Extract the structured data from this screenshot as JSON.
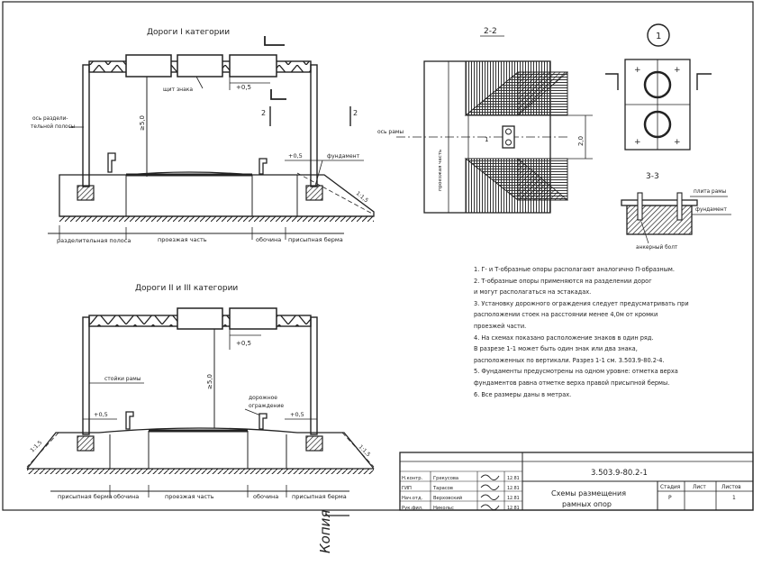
{
  "titles": {
    "cat1": "Дороги I категории",
    "cat23": "Дороги II и III категории",
    "section22": "2-2",
    "section33": "3-3",
    "node1": "1"
  },
  "upper": {
    "shield_label": "щит знака",
    "axis_label_1": "ось раздели-",
    "axis_label_2": "тельной полосы",
    "height": "≥5,0",
    "clearance": "+0,5",
    "clearance_right": "+0,5",
    "foundation": "фундамент",
    "section_mark": "2",
    "slope": "1:1,5",
    "strips": [
      "разделительная полоса",
      "проезжая часть",
      "обочина",
      "присыпная берма"
    ]
  },
  "lower": {
    "post_label": "стойки рамы",
    "height": "≥5,0",
    "clearance_top": "+0,5",
    "clearance_left": "+0,5",
    "clearance_right": "+0,5",
    "guard_1": "дорожное",
    "guard_2": "ограждение",
    "slope_left": "1:1,5",
    "slope_right": "1:1,5",
    "strips": [
      "присыпная берма",
      "обочина",
      "проезжая часть",
      "обочина",
      "присыпная берма"
    ]
  },
  "plan": {
    "axis_label": "ось рамы",
    "lane_label": "проезжая часть",
    "node_label": "1",
    "dimension": "2,0"
  },
  "section33": {
    "slab": "плита рамы",
    "foundation": "фундамент",
    "bolt": "анкерный болт"
  },
  "notes": [
    "1. Г- и Т-образные опоры располагают аналогично П-образным.",
    "2. Т-образные опоры применяются на разделении дорог",
    "    и могут располагаться на эстакадах.",
    "3. Установку дорожного ограждения следует предусматривать при",
    "    расположении стоек на расстоянии менее 4,0м от кромки",
    "    проезжей части.",
    "4. На схемах показано расположение знаков в один ряд.",
    "    В разрезе 1-1 может быть один знак или два знака,",
    "    расположенных по вертикали. Разрез 1-1 см. 3.503.9-80.2-4.",
    "5. Фундаменты предусмотрены на одном уровне: отметка верха",
    "    фундаментов равна отметке верха правой присыпной бермы.",
    "6. Все размеры даны в метрах."
  ],
  "stamp": {
    "code": "3.503.9-80.2-1",
    "title_1": "Схемы размещения",
    "title_2": "рамных опор",
    "roles": [
      "Н.контр.",
      "ГИП",
      "Нач.отд.",
      "Рук.фил."
    ],
    "names": [
      "Грекусова",
      "Тарасов",
      "Верховский",
      "Никольс"
    ],
    "dates": [
      "12.81",
      "12.81",
      "12.81",
      "12.81"
    ],
    "stage_head": "Стадия",
    "sheet_head": "Лист",
    "sheets_head": "Листов",
    "stage": "Р",
    "sheets": "1"
  },
  "margin_note": "Копия"
}
